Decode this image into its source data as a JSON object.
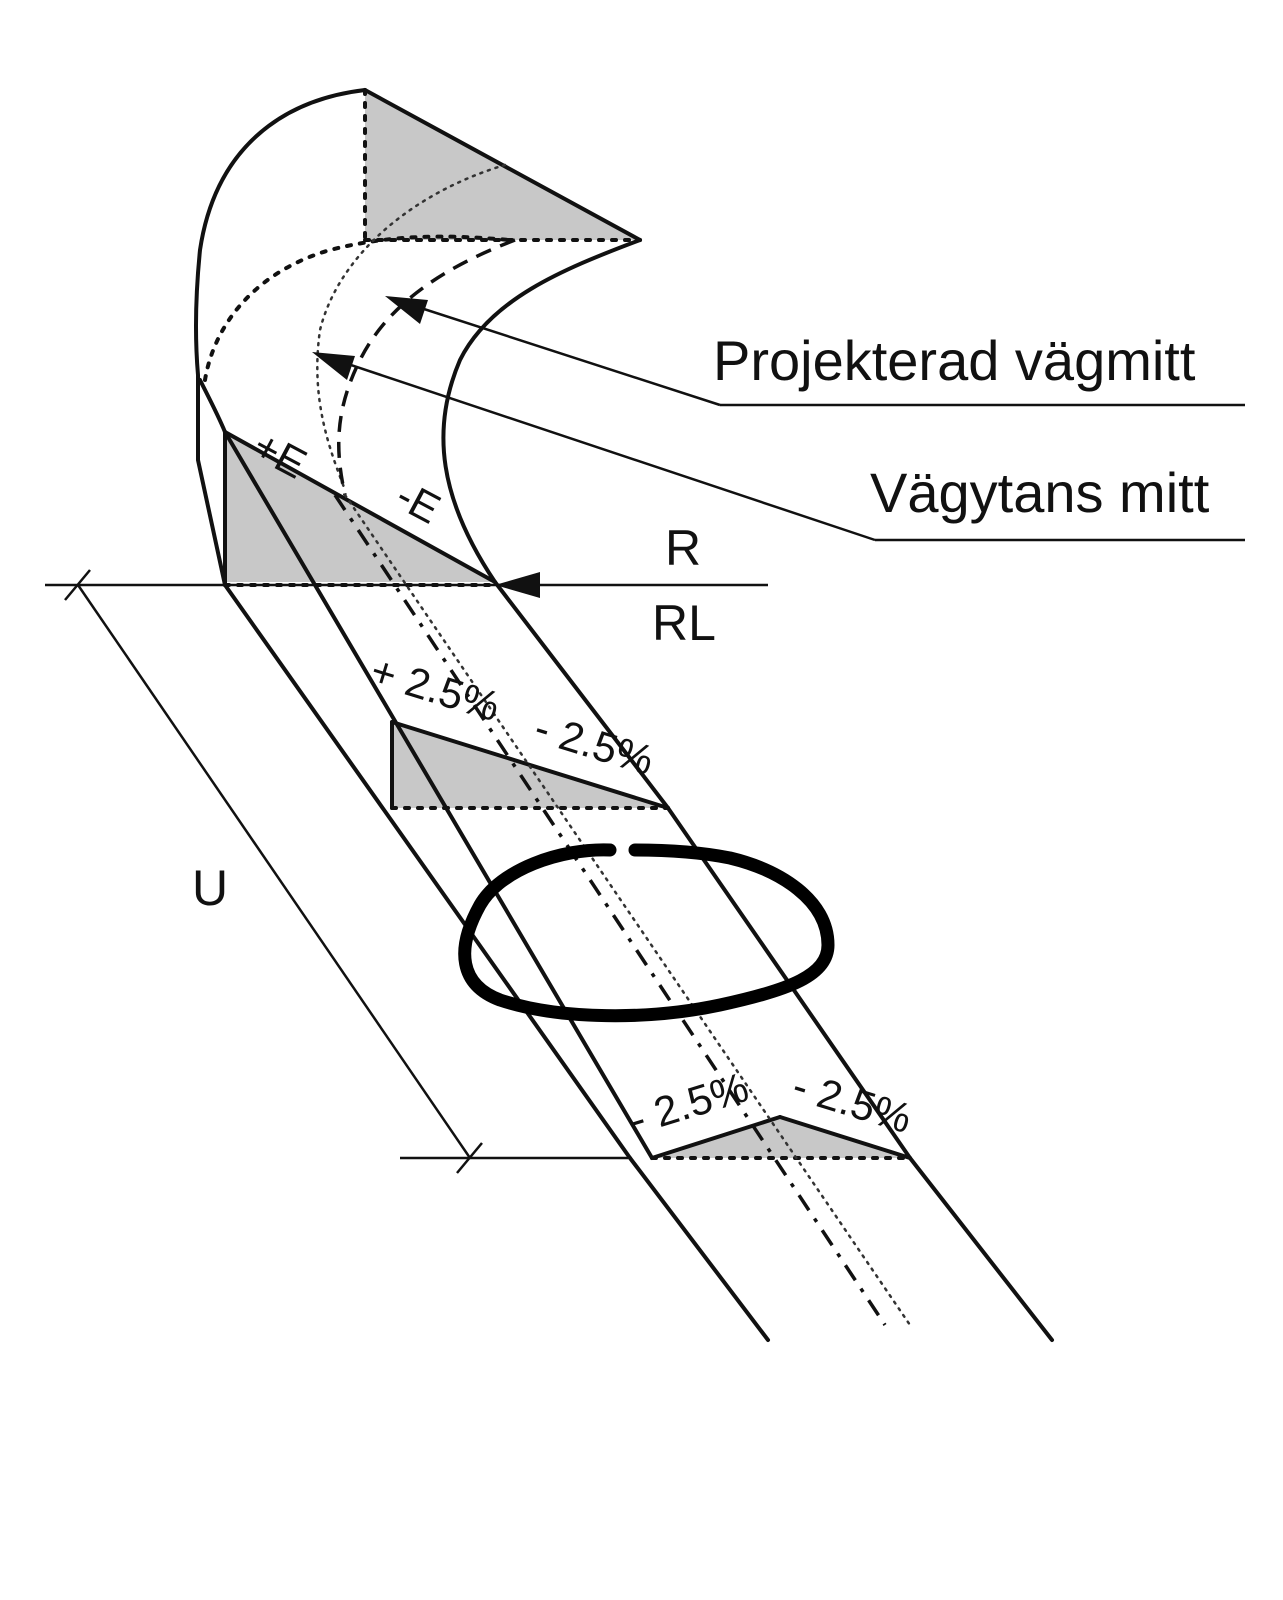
{
  "labels": {
    "projected_center": "Projekterad vägmitt",
    "surface_center": "Vägytans mitt",
    "r": "R",
    "rl": "RL",
    "u": "U",
    "plus_e": "+E",
    "minus_e": "-E",
    "slope_plus_left": "+ 2.5%",
    "slope_minus_right_mid": "- 2.5%",
    "slope_minus_left_bottom": "- 2.5%",
    "slope_minus_right_bottom": "- 2.5%"
  },
  "colors": {
    "line": "#111111",
    "shade": "#c8c8c8",
    "background": "#ffffff"
  }
}
